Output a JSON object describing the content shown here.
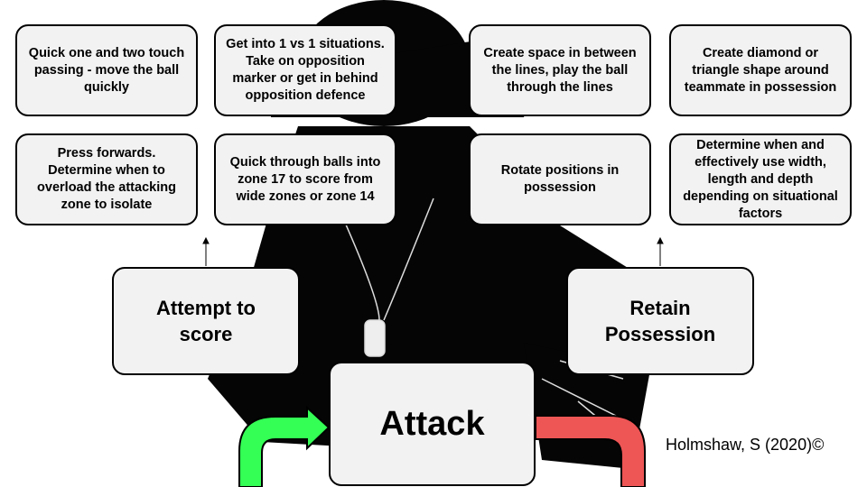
{
  "tips_top": [
    "Quick one and two touch passing - move the ball quickly",
    "Get into 1 vs 1 situations. Take on opposition marker or get in behind opposition defence",
    "Create space in between the lines, play the ball through the lines",
    "Create diamond or triangle shape around teammate in possession"
  ],
  "tips_bottom": [
    "Press forwards. Determine when to overload the attacking zone to isolate",
    "Quick through balls into zone 17 to score from wide zones or zone 14",
    "Rotate positions in possession",
    "Determine when and effectively use width, length and depth depending on situational factors"
  ],
  "objectives": {
    "score": "Attempt to score",
    "retain": "Retain Possession"
  },
  "center": "Attack",
  "credit": "Holmshaw, S (2020)©",
  "colors": {
    "green": "#33ff55",
    "red": "#ee5555"
  }
}
